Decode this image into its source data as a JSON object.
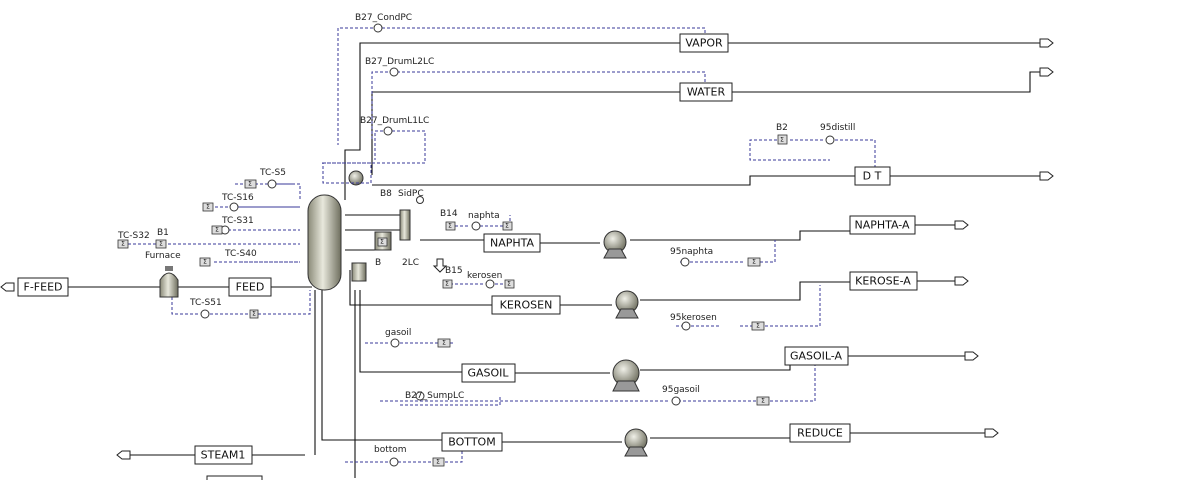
{
  "colors": {
    "stream": "#111111",
    "signal": "#3a3a9a",
    "equipment": "#b8b8a8"
  },
  "stream_boxes": {
    "feed_source": "F-FEED",
    "feed": "FEED",
    "vapor": "VAPOR",
    "water": "WATER",
    "dt": "D T",
    "naphta": "NAPHTA",
    "naphta_a": "NAPHTA-A",
    "kerosen": "KEROSEN",
    "kerose_a": "KEROSE-A",
    "gasoil": "GASOIL",
    "gasoil_a": "GASOIL-A",
    "bottom": "BOTTOM",
    "reduce": "REDUCE",
    "steam1": "STEAM1"
  },
  "labels": {
    "b27_condpc": "B27_CondPC",
    "b27_druml2lc": "B27_DrumL2LC",
    "b27_druml1lc": "B27_DrumL1LC",
    "b2": "B2",
    "distill95": "95distill",
    "tc_s5": "TC-S5",
    "tc_s16": "TC-S16",
    "tc_s31": "TC-S31",
    "tc_s40": "TC-S40",
    "tc_s32": "TC-S32",
    "b1": "B1",
    "furnace": "Furnace",
    "tc_s51": "TC-S51",
    "b8": "B8",
    "b14": "B14",
    "naphta_ctrl": "naphta",
    "naphta95": "95naphta",
    "b15": "B15",
    "kerosen_ctrl": "kerosen",
    "kerosen95": "95kerosen",
    "gasoil_ctrl": "gasoil",
    "gasoil95": "95gasoil",
    "b27_sumplc": "B27_SumpLC",
    "bottom_ctrl": "bottom",
    "l2lc": "2LC",
    "b_small": "B",
    "sidpc": "SidPC"
  }
}
